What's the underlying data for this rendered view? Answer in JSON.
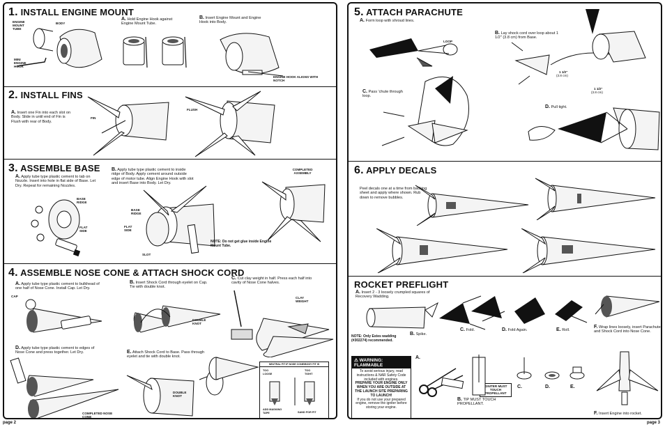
{
  "left": {
    "s1": {
      "num": "1.",
      "title": "INSTALL ENGINE MOUNT",
      "labels": {
        "engine_mount_tube": "ENGINE MOUNT TUBE",
        "body": "BODY",
        "mini_engine_hook": "MINI ENGINE HOOK",
        "hook_aligns": "ENGINE HOOK ALIGNS WITH NOTCH"
      },
      "a_letter": "A.",
      "a_text": "Hold Engine Hook against Engine Mount Tube.",
      "b_letter": "B.",
      "b_text": "Insert Engine Mount and Engine Hook into Body."
    },
    "s2": {
      "num": "2.",
      "title": "INSTALL FINS",
      "labels": {
        "body": "BODY",
        "flush": "FLUSH",
        "fin": "FIN"
      },
      "a_letter": "A.",
      "a_text": "Insert one Fin into each slot on Body. Slide in until end of Fin is Flush with rear of Body."
    },
    "s3": {
      "num": "3.",
      "title": "ASSEMBLE BASE",
      "labels": {
        "base_ridge": "BASE RIDGE",
        "flat_side": "FLAT SIDE",
        "base_ridge2": "BASE RIDGE",
        "flat_side2": "FLAT SIDE",
        "slot": "SLOT",
        "completed_assembly": "COMPLETED ASSEMBLY"
      },
      "a_letter": "A.",
      "a_text": "Apply tube type plastic cement to tab on Nozzle. Insert into hole in flat side of Base. Let Dry. Repeat for remaining Nozzles.",
      "b_letter": "B.",
      "b_text": "Apply tube type plastic cement to inside ridge of Body. Apply cement around outside edge of motor tube. Align Engine Hook with slot and insert Base into Body. Let Dry.",
      "note": "NOTE: Do not get glue inside Engine Mount Tube."
    },
    "s4": {
      "num": "4.",
      "title": "ASSEMBLE NOSE CONE & ATTACH SHOCK CORD",
      "labels": {
        "cap": "CAP",
        "double_knot": "DOUBLE KNOT",
        "clay_weight": "CLAY WEIGHT",
        "double_knot2": "DOUBLE KNOT",
        "completed_nose_cone": "COMPLETED NOSE CONE"
      },
      "a_letter": "A.",
      "a_text": "Apply tube type plastic cement to bulkhead of one half of Nose Cone. Install Cap. Let Dry.",
      "b_letter": "B.",
      "b_text": "Insert Shock Cord through eyelet on Cap. Tie with double knot.",
      "c_letter": "C.",
      "c_text": "Cut clay weight in half. Press each half into cavity of Nose Cone halves.",
      "d_letter": "D.",
      "d_text": "Apply tube type plastic cement to edges of Nose Cone and press together. Let Dry.",
      "e_letter": "E.",
      "e_text": "Attach Shock Cord to Base. Pass through eyelet and tie with double knot.",
      "fit_title": "NEUTRAL FIT IF NOSE CONE/BODY FIT IS",
      "fit_labels": {
        "too_loose": "TOO LOOSE",
        "too_tight": "TOO TIGHT",
        "add_tape": "ADD MASKING TAPE",
        "sand": "SAND FOR FIT"
      }
    },
    "page": "page 2"
  },
  "right": {
    "s5": {
      "num": "5.",
      "title": "ATTACH PARACHUTE",
      "a_letter": "A.",
      "a_text": "Form loop with shroud lines.",
      "b_letter": "B.",
      "b_text": "Lay shock cord over loop about 1 1/2\" (3.8 cm) from Base.",
      "c_letter": "C.",
      "c_text": "Pass 'chute through loop.",
      "d_letter": "D.",
      "d_text": "Pull tight.",
      "labels": {
        "loop": "LOOP",
        "m1": "1 1/2\"",
        "m1cm": "(3.8 cm)",
        "m2": "1 1/2\"",
        "m2cm": "(3.8 cm)"
      }
    },
    "s6": {
      "num": "6.",
      "title": "APPLY DECALS",
      "text": "Peel decals one at a time from backing sheet and apply where shown. Rub down to remove bubbles."
    },
    "pf": {
      "title": "ROCKET PREFLIGHT",
      "a_letter": "A.",
      "a_text": "Insert 2 - 3 loosely crumpled squares of Recovery Wadding.",
      "note": "NOTE: Only Estes wadding (#302274) recommended.",
      "b_letter": "B.",
      "b_text": "Spike.",
      "c_letter": "C.",
      "c_text": "Fold.",
      "d_letter": "D.",
      "d_text": "Fold Again.",
      "e_letter": "E.",
      "e_text": "Roll.",
      "f_letter": "F.",
      "f_text": "Wrap lines loosely, insert Parachute and Shock Cord into Nose Cone.",
      "warn_title": "WARNING: FLAMMABLE",
      "warn_1": "To avoid serious injury, read instructions & NAR Safety Code included with engines.",
      "warn_2": "PREPARE YOUR ENGINE ONLY WHEN YOU ARE OUTSIDE AT THE LAUNCH SITE PREPARING TO LAUNCH!",
      "warn_3": "If you do not use your prepared engine, remove the igniter before storing your engine.",
      "ig_a": "A.",
      "ig_b_letter": "B.",
      "ig_b_text": "TIP MUST TOUCH PROPELLANT.",
      "igniter_label": "IGNITER MUST TOUCH PROPELLANT",
      "ig_c": "C.",
      "ig_d": "D.",
      "ig_e": "E.",
      "ig_f_letter": "F.",
      "ig_f_text": "Insert Engine into rocket."
    },
    "page": "page 3"
  }
}
